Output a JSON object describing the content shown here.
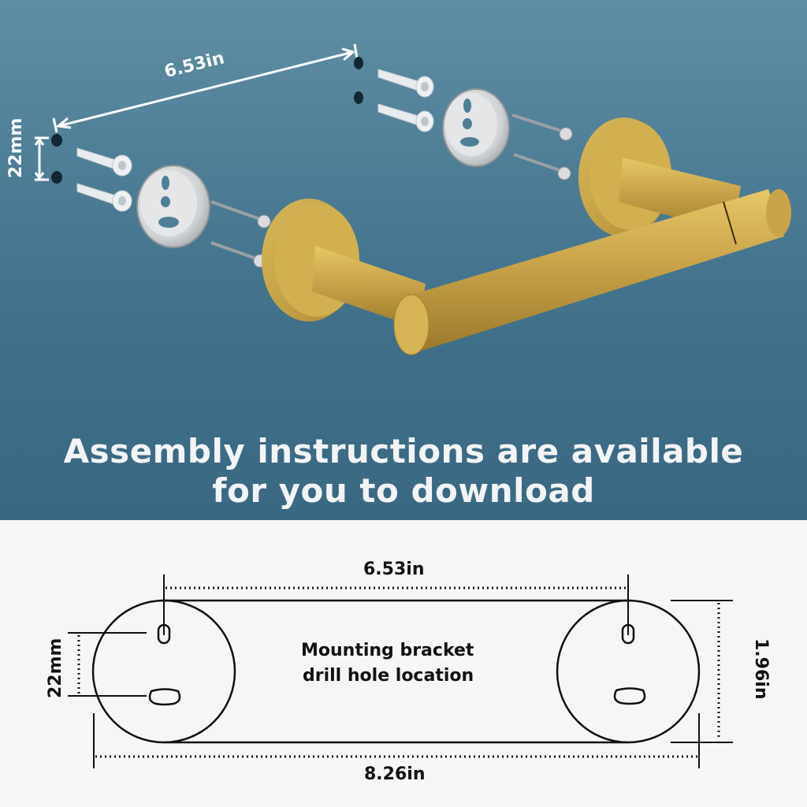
{
  "top_illustration": {
    "dimension_width_label": "6.53in",
    "dimension_spacing_label": "22mm",
    "parts": [
      "wall-anchor",
      "wall-anchor",
      "mounting-bracket",
      "screw",
      "screw",
      "gold-base-plate",
      "gold-arm",
      "gold-roller-bar"
    ],
    "headline_line1": "Assembly instructions are available",
    "headline_line2": "for you to download"
  },
  "drawing": {
    "hole_spacing_label": "6.53in",
    "center_text_line1": "Mounting bracket",
    "center_text_line2": "drill hole location",
    "vertical_spacing_label": "22mm",
    "height_label": "1.96in",
    "overall_width_label": "8.26in"
  },
  "colors": {
    "wall_blue": "#4a7a93",
    "gold": "#c9a548",
    "drawing_bg": "#f6f6f6",
    "line": "#111111"
  }
}
